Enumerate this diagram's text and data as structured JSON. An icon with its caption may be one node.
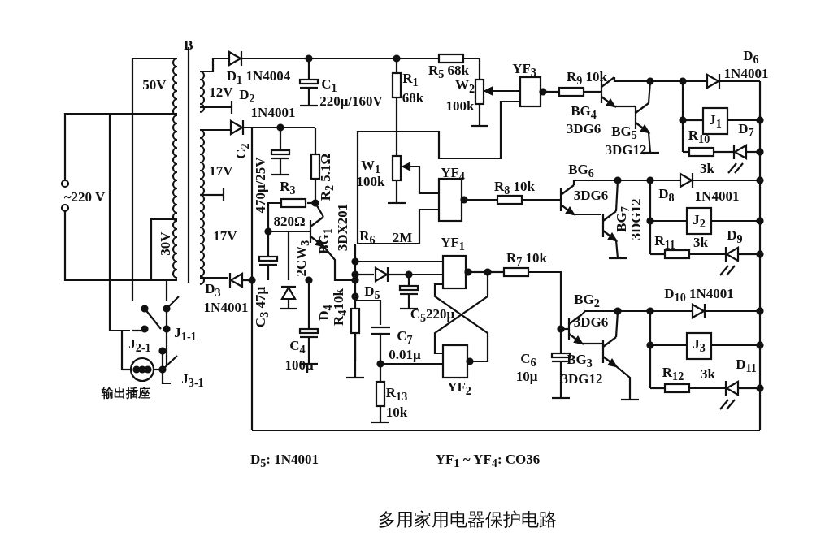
{
  "diagram": {
    "caption": "多用家用电器保护电路",
    "labels": [
      "B",
      "D$_{1}$ 1N4004",
      "50V",
      "12V",
      "D$_{2}$",
      "1N4001",
      "C$_{1}$",
      "220μ/160V",
      "R$_{1}$",
      "68k",
      "R$_{5}$ 68k",
      "W$_{2}$",
      "100k",
      "YF$_{3}$",
      "R$_{9}$ 10k",
      "D$_{6}$",
      "1N4001",
      "BG$_{4}$",
      "3DG6",
      "BG$_{5}$",
      "3DG12",
      "J$_{1}$",
      "R$_{10}$",
      "D$_{7}$",
      "3k",
      "C$_{2}$",
      "470μ/25V",
      "R$_{2}$ 5.1Ω",
      "17V",
      "17V",
      "~220 V",
      "R$_{3}$",
      "820Ω",
      "W$_{1}$",
      "100k",
      "YF$_{4}$",
      "R$_{8}$ 10k",
      "BG$_{6}$",
      "3DG6",
      "BG$_{7}$",
      "3DG12",
      "D$_{8}$",
      "1N4001",
      "J$_{2}$",
      "30V",
      "R$_{6}$",
      "2M",
      "BG$_{1}$",
      "3DX201",
      "YF$_{1}$",
      "R$_{7}$ 10k",
      "R$_{11}$",
      "3k",
      "D$_{9}$",
      "D$_{3}$",
      "1N4001",
      "C$_{3}$ 47μ",
      "2CW$_{3}$",
      "D$_{4}$",
      "R$_{4}$10k",
      "D$_{5}$",
      "C$_{5}$220μ",
      "C$_{4}$",
      "100μ",
      "C$_{7}$",
      "0.01μ",
      "BG$_{2}$",
      "3DG6",
      "D$_{10}$ 1N4001",
      "J$_{3}$",
      "D$_{11}$",
      "R$_{12}$",
      "3k",
      "BG$_{3}$",
      "3DG12",
      "C$_{6}$",
      "10μ",
      "YF$_{2}$",
      "R$_{13}$",
      "10k",
      "J$_{1-1}$",
      "J$_{2-1}$",
      "J$_{3-1}$",
      "输出插座",
      "D$_{5}$: 1N4001",
      "YF$_{1}$ ~ YF$_{4}$: CO36"
    ]
  }
}
